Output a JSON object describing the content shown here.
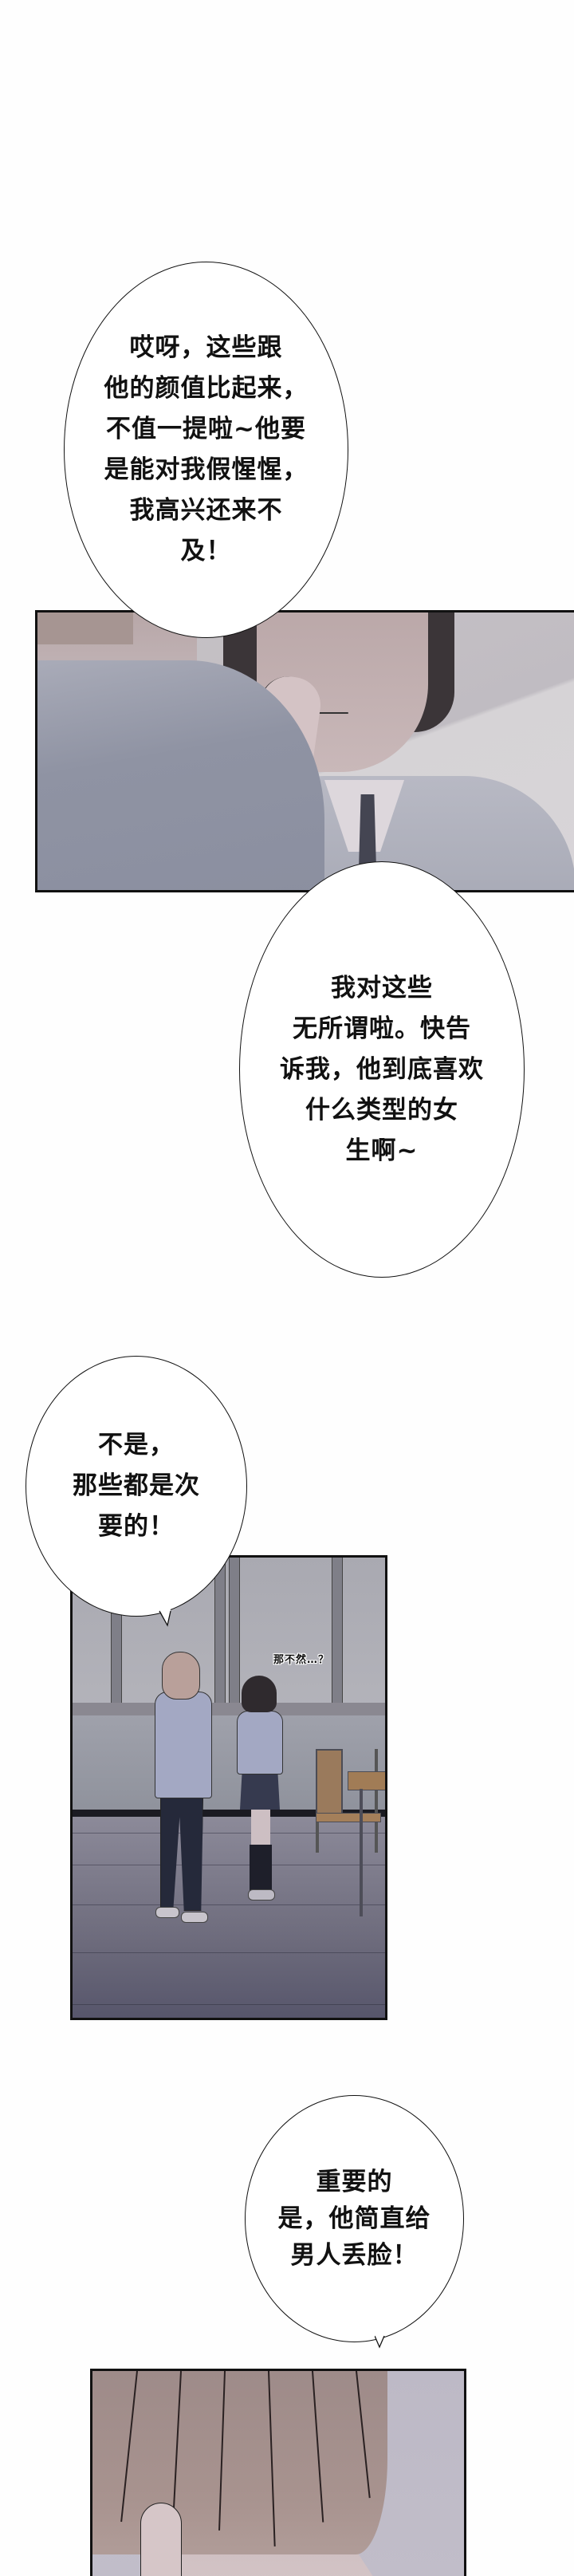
{
  "page": {
    "type": "webtoon-strip",
    "background_color": "#fefefe"
  },
  "bubbles": [
    {
      "id": "bubble-1",
      "speaker": "girl",
      "text": "哎呀，这些跟\n他的颜值比起来，\n不值一提啦~他要\n是能对我假惺惺，\n我高兴还来不\n及！"
    },
    {
      "id": "bubble-2",
      "speaker": "girl",
      "text": "我对这些\n无所谓啦。快告\n诉我，他到底喜欢\n什么类型的女\n生啊~"
    },
    {
      "id": "bubble-3",
      "speaker": "boy",
      "text": "不是，\n那些都是次\n要的！"
    },
    {
      "id": "bubble-4",
      "speaker": "boy",
      "text": "重要的\n是，他简直给\n男人丢脸！"
    }
  ],
  "sfx": [
    {
      "id": "sfx-1",
      "text": "那不然…？"
    }
  ],
  "panels": [
    {
      "id": "panel-1",
      "scene": "close-up of girl covering her mouth, boy's shoulder in foreground",
      "colors": {
        "shirt": "#8f93a3",
        "hair": "#3b3538",
        "tie": "#444552",
        "background": "#c7c2c6"
      }
    },
    {
      "id": "panel-2",
      "scene": "classroom wide shot, boy and girl standing by windows, desks and chairs",
      "colors": {
        "wall": "#9fa1ab",
        "floor": "#6d6b7c",
        "uniform": "#a3a8c3",
        "desk": "#a17c56"
      }
    },
    {
      "id": "panel-3",
      "scene": "close-up of boy's brown hair and ear",
      "colors": {
        "hair": "#a8938f",
        "background": "#bdb9c6"
      }
    }
  ]
}
